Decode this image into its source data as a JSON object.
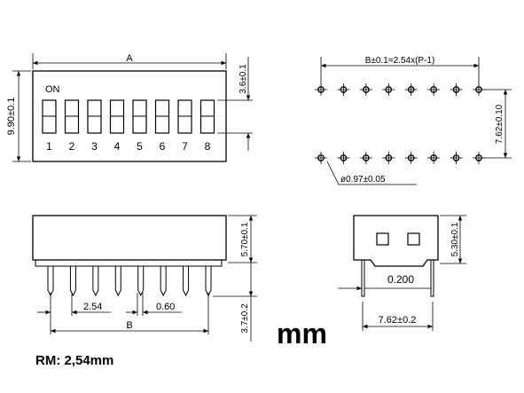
{
  "top_view": {
    "dim_a": "A",
    "height_dim": "9.90±0.1",
    "actuator_dim": "3.6±0.1",
    "on_label": "ON",
    "switch_numbers": [
      "1",
      "2",
      "3",
      "4",
      "5",
      "6",
      "7",
      "8"
    ]
  },
  "pin_view": {
    "pitch_dim": "B±0.1=2.54x(P-1)",
    "row_spacing_dim": "7.62±0.10",
    "hole_dim": "ø0.97±0.05"
  },
  "side_view": {
    "body_height_dim": "5.70±0.1",
    "pin_length_dim": "3.7±0.2",
    "pitch_dim": "2.54",
    "pin_width_dim": "0.60",
    "dim_b": "B"
  },
  "end_view": {
    "body_height_dim": "5.30±0.1",
    "standoff_dim": "0.200",
    "row_spacing_dim": "7.62±0.2"
  },
  "unit_label": "mm",
  "rm_label": "RM: 2,54mm"
}
